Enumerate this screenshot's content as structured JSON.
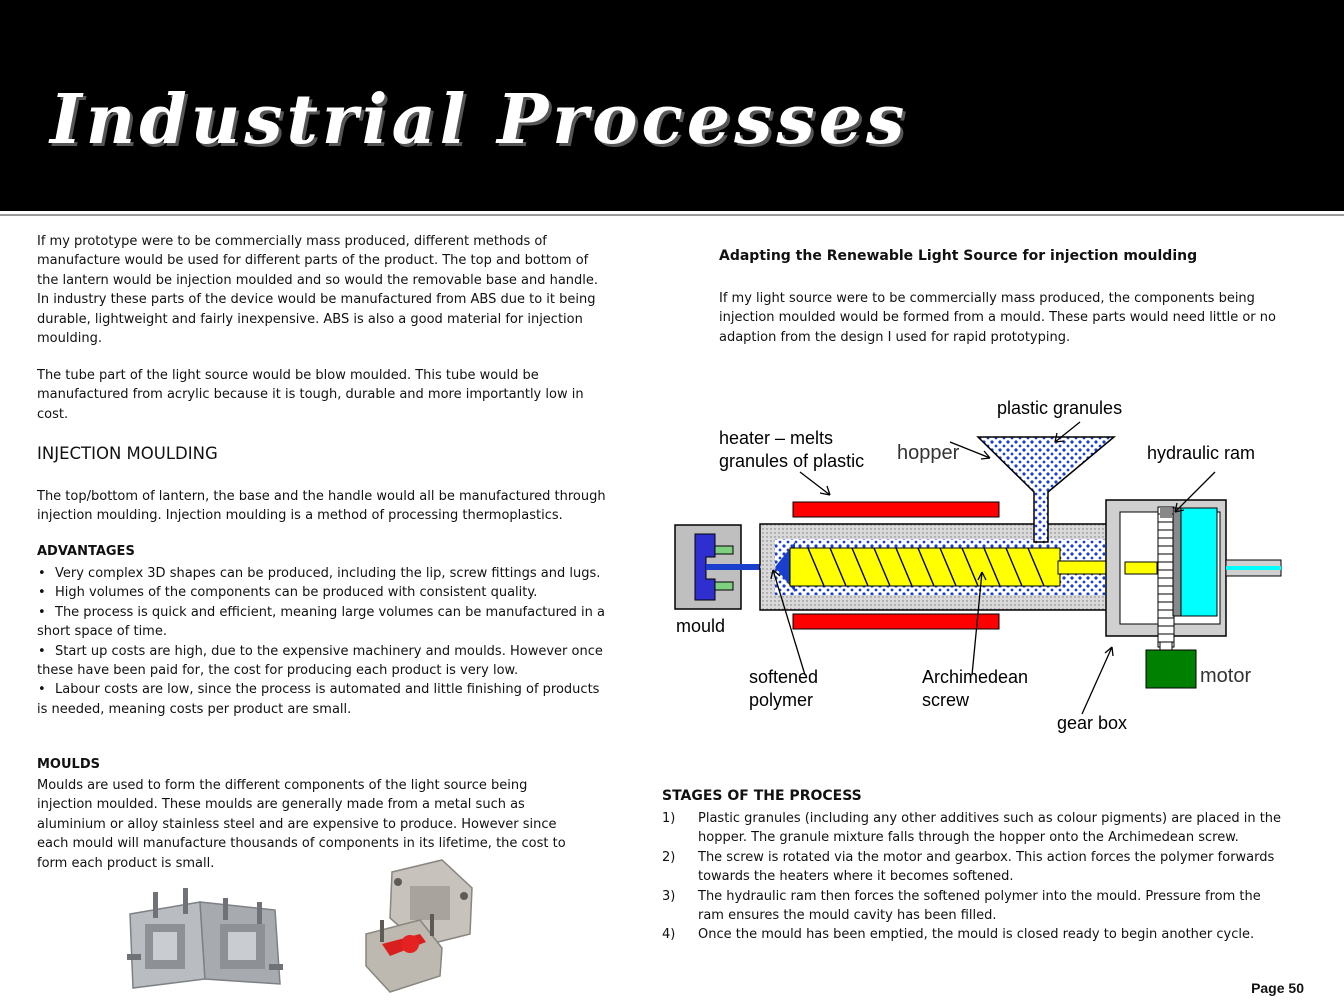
{
  "header": {
    "title": "Industrial Processes"
  },
  "left": {
    "intro_p1": "If my prototype were to be commercially mass produced, different methods of manufacture would be used for different parts of the product. The top and bottom of the lantern would be injection moulded and so would the removable base and handle. In industry these parts of the device would be manufactured from ABS due to it being durable, lightweight and fairly inexpensive. ABS is also a good material for injection moulding.",
    "intro_p2": "The tube part of the light source would be blow moulded. This tube would be manufactured from acrylic because it is tough, durable and more importantly low in cost.",
    "injection_heading": "INJECTION MOULDING",
    "injection_text": "The top/bottom of lantern, the base and the handle would all be manufactured through injection moulding. Injection moulding is a method of processing thermoplastics.",
    "advantages_heading": "ADVANTAGES",
    "advantages": [
      "Very complex 3D shapes can be produced, including the lip, screw fittings and lugs.",
      "High volumes of the components can be produced with consistent quality.",
      "The process is quick and efficient, meaning large volumes can be manufactured in a short space of time.",
      "Start up costs are high, due to the expensive machinery and moulds. However once these have been paid for, the cost for producing each product is very low.",
      "Labour costs are low, since the process is automated and little finishing of products is needed, meaning costs per product are small."
    ],
    "moulds_heading": "MOULDS",
    "moulds_text": "Moulds are used to form the different components of the light source being injection moulded. These moulds are generally made from a metal such as aluminium or alloy stainless steel and are expensive to produce. However since each mould will manufacture thousands of components in its lifetime, the cost to form each product is small."
  },
  "right": {
    "adapt_heading": "Adapting the Renewable Light Source for injection moulding",
    "adapt_text": "If my light source were to be commercially mass produced, the components being injection moulded would be formed from a mould. These parts would need little or no adaption from the design I used for rapid prototyping.",
    "diagram_labels": {
      "plastic_granules": "plastic granules",
      "heater_line1": "heater – melts",
      "heater_line2": "granules of plastic",
      "hopper": "hopper",
      "hydraulic_ram": "hydraulic ram",
      "mould": "mould",
      "softened_line1": "softened",
      "softened_line2": "polymer",
      "screw_line1": "Archimedean",
      "screw_line2": "screw",
      "motor": "motor",
      "gear_box": "gear box"
    },
    "stages_heading": "STAGES OF THE PROCESS",
    "stages": [
      {
        "num": "1)",
        "text": "Plastic granules (including any other additives such as colour pigments) are placed in the hopper. The granule mixture falls through the hopper onto the Archimedean screw."
      },
      {
        "num": "2)",
        "text": "The screw is rotated via the motor and gearbox. This action forces the polymer forwards towards the heaters where it becomes softened."
      },
      {
        "num": "3)",
        "text": "The hydraulic ram then forces the softened polymer into the mould. Pressure from the ram ensures the mould cavity has been filled."
      },
      {
        "num": "4)",
        "text": "Once the mould has been emptied, the mould is closed ready to begin another cycle."
      }
    ]
  },
  "footer": {
    "page": "Page 50"
  },
  "colors": {
    "heater": "#ff0000",
    "polymer": "#ffff00",
    "ram": "#00ffff",
    "motor": "#008000",
    "granules": "#1a3fcc",
    "machine_grey": "#c8c8c8"
  }
}
